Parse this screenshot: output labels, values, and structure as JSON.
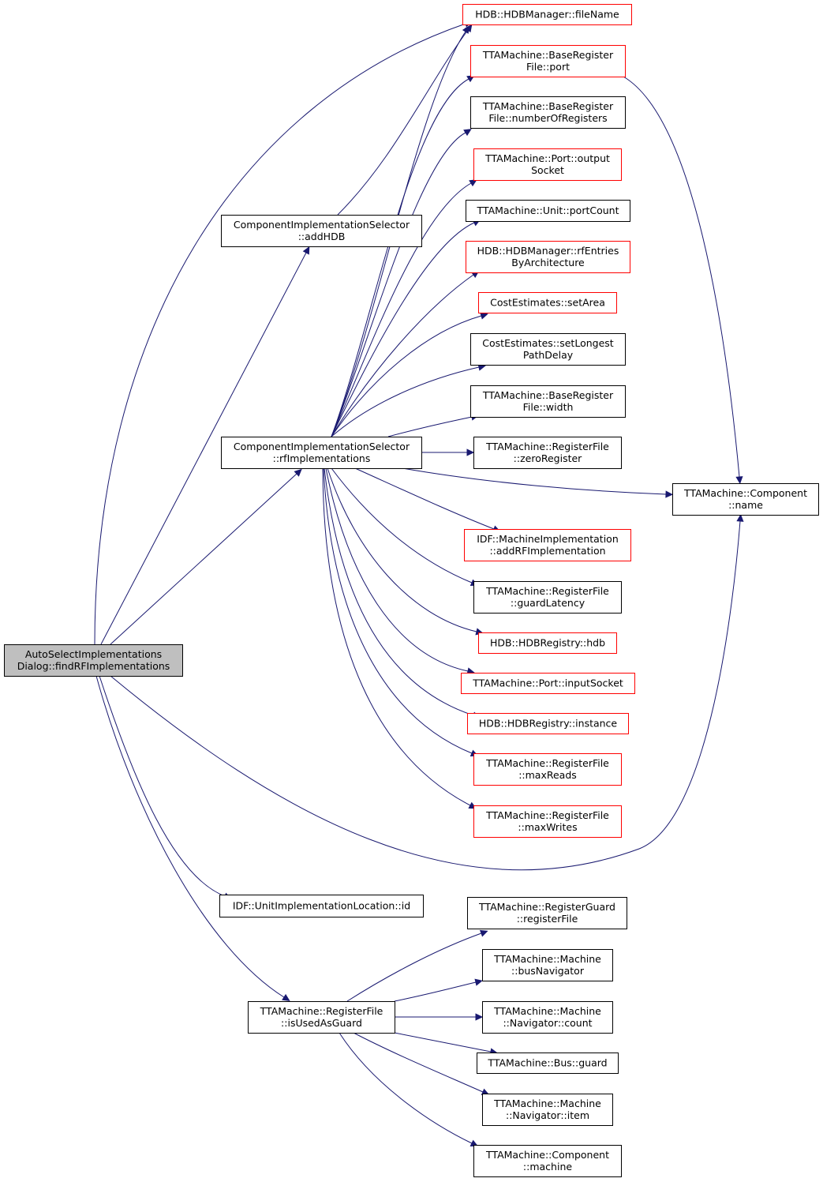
{
  "colors": {
    "edge": "#191970",
    "border_normal": "#000000",
    "border_truncated": "#ff0000",
    "root_fill": "#bfbfbf",
    "node_fill": "#ffffff"
  },
  "nodes": [
    {
      "id": "root",
      "lines": [
        "AutoSelectImplementations",
        "Dialog::findRFImplementations"
      ],
      "style": "root"
    },
    {
      "id": "addHDB",
      "lines": [
        "ComponentImplementationSelector",
        "::addHDB"
      ],
      "style": "normal"
    },
    {
      "id": "rfImpl",
      "lines": [
        "ComponentImplementationSelector",
        "::rfImplementations"
      ],
      "style": "normal"
    },
    {
      "id": "unitId",
      "lines": [
        "IDF::UnitImplementationLocation::id"
      ],
      "style": "normal"
    },
    {
      "id": "isUsedAsGuard",
      "lines": [
        "TTAMachine::RegisterFile",
        "::isUsedAsGuard"
      ],
      "style": "normal"
    },
    {
      "id": "fileName",
      "lines": [
        "HDB::HDBManager::fileName"
      ],
      "style": "truncated"
    },
    {
      "id": "port",
      "lines": [
        "TTAMachine::BaseRegister",
        "File::port"
      ],
      "style": "truncated"
    },
    {
      "id": "numRegs",
      "lines": [
        "TTAMachine::BaseRegister",
        "File::numberOfRegisters"
      ],
      "style": "normal"
    },
    {
      "id": "outSocket",
      "lines": [
        "TTAMachine::Port::output",
        "Socket"
      ],
      "style": "truncated"
    },
    {
      "id": "portCount",
      "lines": [
        "TTAMachine::Unit::portCount"
      ],
      "style": "normal"
    },
    {
      "id": "rfEntries",
      "lines": [
        "HDB::HDBManager::rfEntries",
        "ByArchitecture"
      ],
      "style": "truncated"
    },
    {
      "id": "setArea",
      "lines": [
        "CostEstimates::setArea"
      ],
      "style": "truncated"
    },
    {
      "id": "setLongest",
      "lines": [
        "CostEstimates::setLongest",
        "PathDelay"
      ],
      "style": "normal"
    },
    {
      "id": "width",
      "lines": [
        "TTAMachine::BaseRegister",
        "File::width"
      ],
      "style": "normal"
    },
    {
      "id": "zeroReg",
      "lines": [
        "TTAMachine::RegisterFile",
        "::zeroRegister"
      ],
      "style": "normal"
    },
    {
      "id": "compName",
      "lines": [
        "TTAMachine::Component",
        "::name"
      ],
      "style": "normal"
    },
    {
      "id": "addRF",
      "lines": [
        "IDF::MachineImplementation",
        "::addRFImplementation"
      ],
      "style": "truncated"
    },
    {
      "id": "guardLat",
      "lines": [
        "TTAMachine::RegisterFile",
        "::guardLatency"
      ],
      "style": "normal"
    },
    {
      "id": "hdb",
      "lines": [
        "HDB::HDBRegistry::hdb"
      ],
      "style": "truncated"
    },
    {
      "id": "inSocket",
      "lines": [
        "TTAMachine::Port::inputSocket"
      ],
      "style": "truncated"
    },
    {
      "id": "instance",
      "lines": [
        "HDB::HDBRegistry::instance"
      ],
      "style": "truncated"
    },
    {
      "id": "maxReads",
      "lines": [
        "TTAMachine::RegisterFile",
        "::maxReads"
      ],
      "style": "truncated"
    },
    {
      "id": "maxWrites",
      "lines": [
        "TTAMachine::RegisterFile",
        "::maxWrites"
      ],
      "style": "truncated"
    },
    {
      "id": "regFile",
      "lines": [
        "TTAMachine::RegisterGuard",
        "::registerFile"
      ],
      "style": "normal"
    },
    {
      "id": "busNav",
      "lines": [
        "TTAMachine::Machine",
        "::busNavigator"
      ],
      "style": "normal"
    },
    {
      "id": "navCount",
      "lines": [
        "TTAMachine::Machine",
        "::Navigator::count"
      ],
      "style": "normal"
    },
    {
      "id": "busGuard",
      "lines": [
        "TTAMachine::Bus::guard"
      ],
      "style": "normal"
    },
    {
      "id": "navItem",
      "lines": [
        "TTAMachine::Machine",
        "::Navigator::item"
      ],
      "style": "normal"
    },
    {
      "id": "compMachine",
      "lines": [
        "TTAMachine::Component",
        "::machine"
      ],
      "style": "normal"
    }
  ],
  "edges": [
    [
      "root",
      "fileName"
    ],
    [
      "root",
      "addHDB"
    ],
    [
      "root",
      "rfImpl"
    ],
    [
      "root",
      "compName"
    ],
    [
      "root",
      "unitId"
    ],
    [
      "root",
      "isUsedAsGuard"
    ],
    [
      "addHDB",
      "fileName"
    ],
    [
      "rfImpl",
      "fileName"
    ],
    [
      "rfImpl",
      "port"
    ],
    [
      "rfImpl",
      "numRegs"
    ],
    [
      "rfImpl",
      "outSocket"
    ],
    [
      "rfImpl",
      "portCount"
    ],
    [
      "rfImpl",
      "rfEntries"
    ],
    [
      "rfImpl",
      "setArea"
    ],
    [
      "rfImpl",
      "setLongest"
    ],
    [
      "rfImpl",
      "width"
    ],
    [
      "rfImpl",
      "zeroReg"
    ],
    [
      "rfImpl",
      "compName"
    ],
    [
      "rfImpl",
      "addRF"
    ],
    [
      "rfImpl",
      "guardLat"
    ],
    [
      "rfImpl",
      "hdb"
    ],
    [
      "rfImpl",
      "inSocket"
    ],
    [
      "rfImpl",
      "instance"
    ],
    [
      "rfImpl",
      "maxReads"
    ],
    [
      "rfImpl",
      "maxWrites"
    ],
    [
      "port",
      "compName"
    ],
    [
      "isUsedAsGuard",
      "regFile"
    ],
    [
      "isUsedAsGuard",
      "busNav"
    ],
    [
      "isUsedAsGuard",
      "navCount"
    ],
    [
      "isUsedAsGuard",
      "busGuard"
    ],
    [
      "isUsedAsGuard",
      "navItem"
    ],
    [
      "isUsedAsGuard",
      "compMachine"
    ]
  ]
}
